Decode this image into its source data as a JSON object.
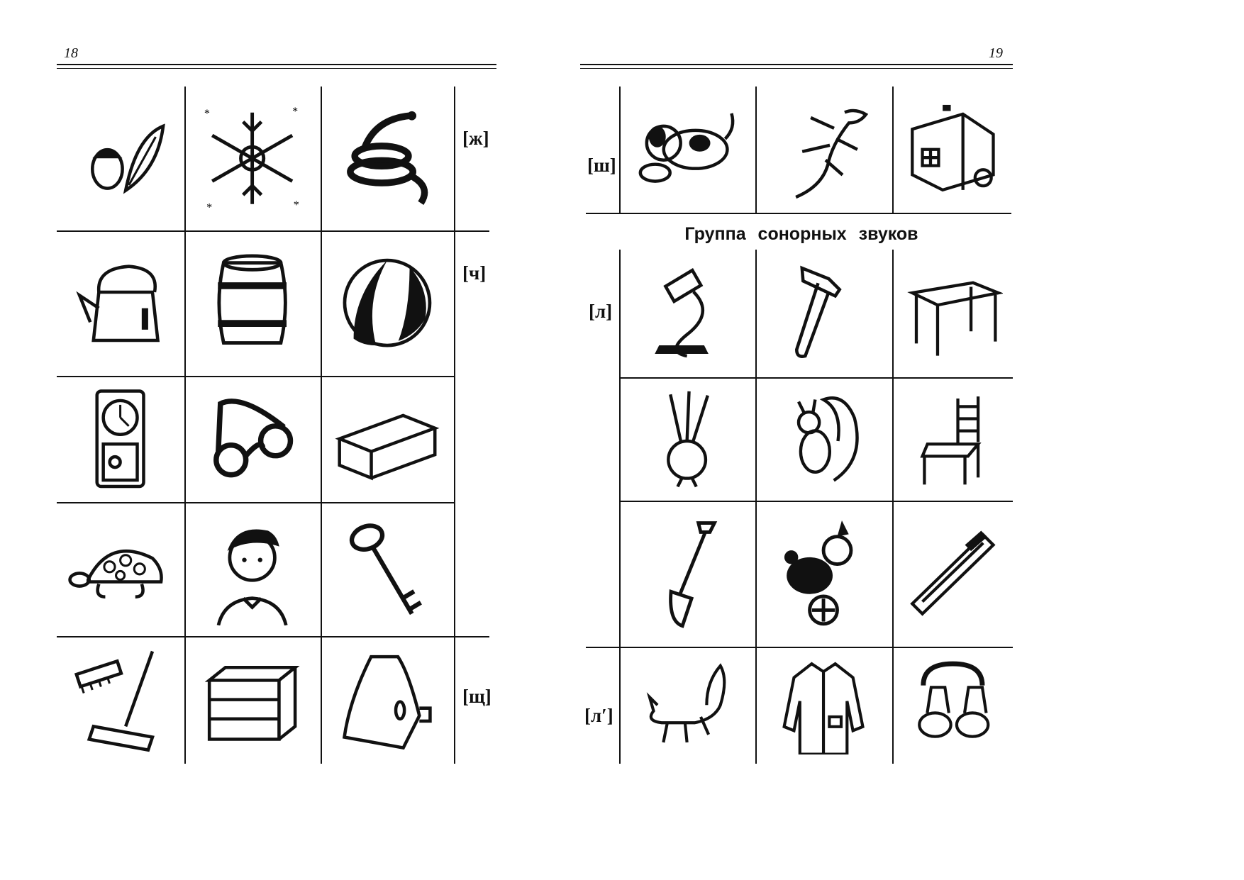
{
  "left_page": {
    "number": "18",
    "labels": {
      "zh": "[ж]",
      "ch": "[ч]",
      "shch": "[щ]"
    }
  },
  "right_page": {
    "number": "19",
    "labels": {
      "sh": "[ш]",
      "l": "[л]",
      "l_soft": "[л′]"
    },
    "group_title": "Группа сонорных звуков"
  },
  "icons": {
    "left": [
      "acorn-leaf-icon",
      "snowflake-icon",
      "snake-icon",
      "kettle-icon",
      "barrel-icon",
      "ball-icon",
      "clock-icon",
      "glasses-icon",
      "brick-icon",
      "turtle-icon",
      "boy-icon",
      "key-icon",
      "brush-broom-icon",
      "box-icon",
      "hood-icon"
    ],
    "right_top": [
      "puppy-icon",
      "lizard-icon",
      "ambulance-icon"
    ],
    "right_sonor": [
      "lamp-icon",
      "hammer-icon",
      "table-icon",
      "onion-icon",
      "squirrel-icon",
      "chair-icon",
      "shovel-icon",
      "clown-icon",
      "pencil-case-icon",
      "fox-icon",
      "coat-icon",
      "binoculars-icon"
    ]
  },
  "colors": {
    "ink": "#111111",
    "paper": "#ffffff"
  }
}
